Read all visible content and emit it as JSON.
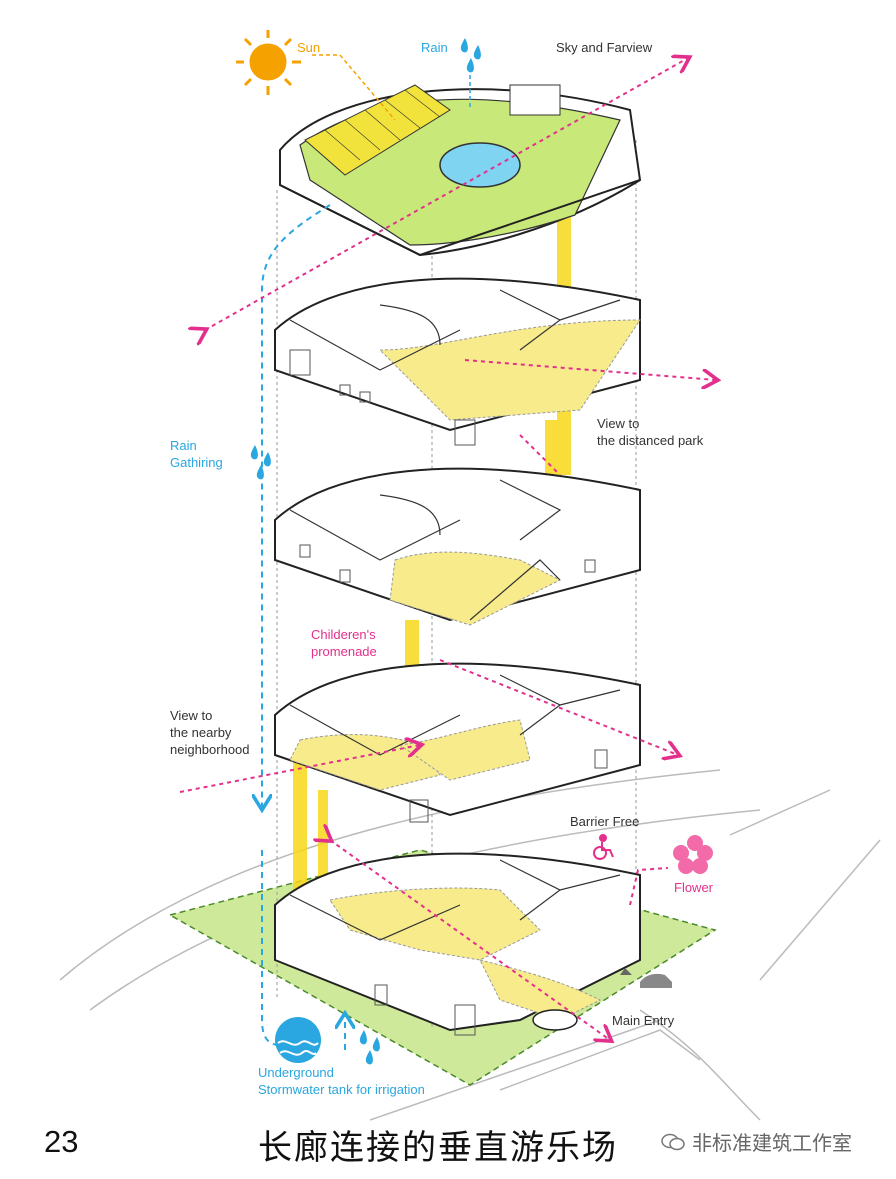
{
  "labels": {
    "sun": "Sun",
    "rain": "Rain",
    "sky_and_farview": "Sky and Farview",
    "view_to_park_line1": "View to",
    "view_to_park_line2": "the distanced park",
    "rain_gathering_line1": "Rain",
    "rain_gathering_line2": "Gathiring",
    "promenade_line1": "Childeren's",
    "promenade_line2": "promenade",
    "view_neighborhood_line1": "View to",
    "view_neighborhood_line2": "the nearby",
    "view_neighborhood_line3": "neighborhood",
    "barrier_free": "Barrier Free",
    "flower": "Flower",
    "main_entry": "Main Entry",
    "underground_line1": "Underground",
    "underground_line2": "Stormwater tank for irrigation"
  },
  "caption": {
    "number": "23",
    "title": "长廊连接的垂直游乐场"
  },
  "watermark": {
    "text": "非标准建筑工作室"
  },
  "colors": {
    "pink_arrow": "#e3308c",
    "blue_rain": "#2aa6e0",
    "yellow_path": "#f7e04a",
    "green_roof": "#c8e87a",
    "sun_orange": "#f5a100"
  }
}
